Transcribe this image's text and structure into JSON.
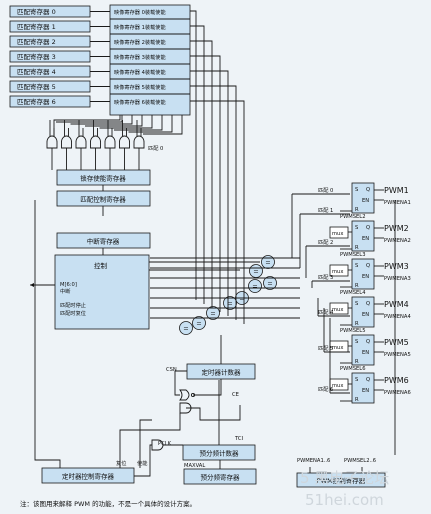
{
  "match_registers": [
    "匹配寄存器 0",
    "匹配寄存器 1",
    "匹配寄存器 2",
    "匹配寄存器 3",
    "匹配寄存器 4",
    "匹配寄存器 5",
    "匹配寄存器 6"
  ],
  "shadow_registers": [
    "映像寄存器 0装载使能",
    "映像寄存器 1装载使能",
    "映像寄存器 2装载使能",
    "映像寄存器 3装载使能",
    "映像寄存器 4装载使能",
    "映像寄存器 5装载使能",
    "映像寄存器 6装载使能"
  ],
  "match0_label": "匹配 0",
  "latch_enable_register": "锁存使能寄存器",
  "match_control_register": "匹配控制寄存器",
  "interrupt_register": "中断寄存器",
  "control": {
    "title": "控制",
    "m": "M[6:0]",
    "interrupt": "中断",
    "stop": "匹配时停止",
    "reset": "匹配时复位"
  },
  "match_labels": [
    "匹配 0",
    "匹配 1",
    "匹配 2",
    "匹配 3",
    "匹配 4",
    "匹配 5",
    "匹配 6"
  ],
  "compare_symbol": "=",
  "timer_counter": "定时器计数器",
  "prescale_counter": "预分频计数器",
  "prescale_register": "预分频寄存器",
  "timer_control_register": "定时器控制寄存器",
  "pwm_control_register": "PWM控制寄存器",
  "csn": "CSN",
  "ce": "CE",
  "tci": "TCI",
  "reset_label": "复位",
  "enable_label": "使能",
  "pclk": "PCLK",
  "maxval": "MAXVAL",
  "pwmena_label": "PWMENA1..6",
  "pwmsel_label": "PWMSEL2..6",
  "pwm_outputs": [
    "PWM1",
    "PWM2",
    "PWM3",
    "PWM4",
    "PWM5",
    "PWM6"
  ],
  "pwm_enables": [
    "PWMENA1",
    "PWMENA2",
    "PWMENA3",
    "PWMENA4",
    "PWMENA5",
    "PWMENA6"
  ],
  "pwm_sels": [
    "PWMSEL2",
    "PWMSEL3",
    "PWMSEL4",
    "PWMSEL5",
    "PWMSEL6"
  ],
  "mux_label": "mux",
  "sr_pins": {
    "s": "S",
    "r": "R",
    "q": "Q",
    "en": "EN"
  },
  "note": "注：该图用来解释 PWM 的功能，不是一个具体的设计方案。",
  "watermark": "51hei.com",
  "watermark_top": "5 黑电子论坛"
}
